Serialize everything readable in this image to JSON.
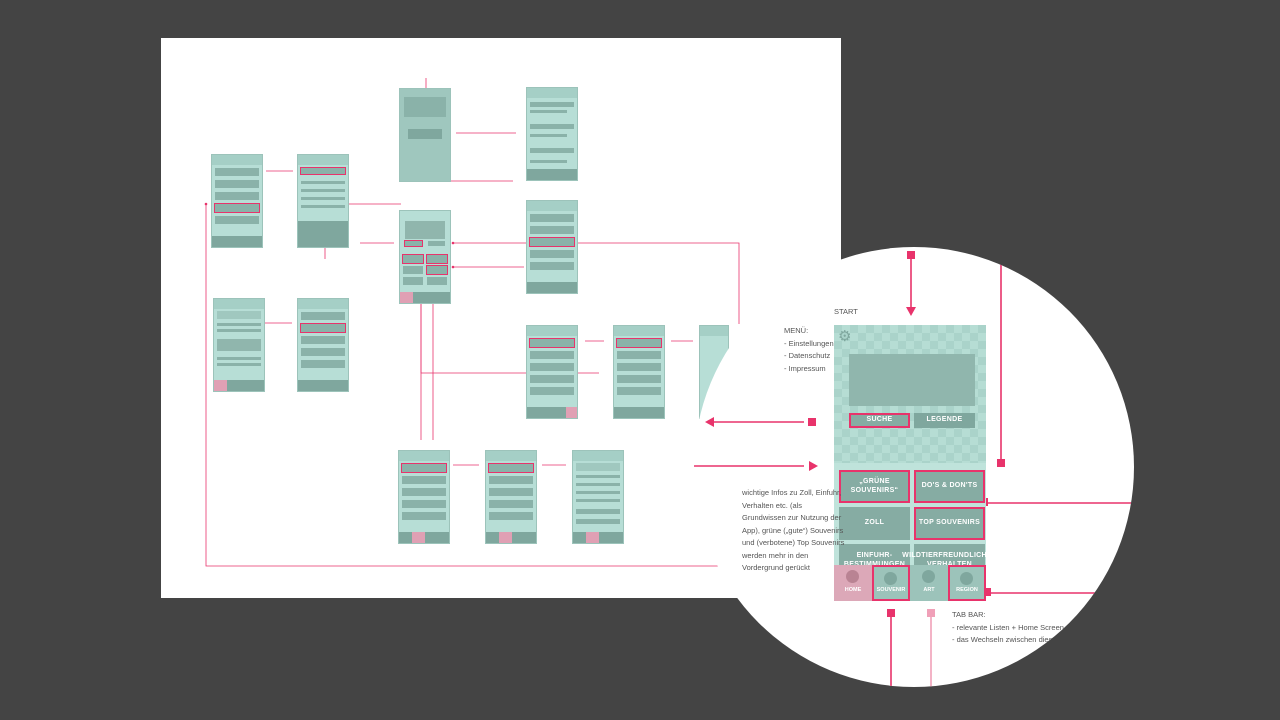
{
  "lens": {
    "start_title": "START",
    "menu_note": "MENÜ:\n- Einstellungen\n- Datenschutz\n- Impressum",
    "icons": {
      "settings": "gear-icon"
    },
    "hero_buttons": {
      "search": "SUCHE",
      "legend": "LEGENDE"
    },
    "grid_buttons": [
      {
        "label": "„GRÜNE SOUVENIRS“",
        "highlighted": true
      },
      {
        "label": "DO'S & DON'TS",
        "highlighted": true
      },
      {
        "label": "ZOLL",
        "highlighted": false
      },
      {
        "label": "TOP SOUVENIRS",
        "highlighted": true
      },
      {
        "label": "EINFUHR-\nBESTIMMUNGEN",
        "highlighted": false
      },
      {
        "label": "WILDTIERFREUNDLICHES\nVERHALTEN",
        "highlighted": false
      }
    ],
    "tabs": [
      {
        "label": "HOME",
        "active": true
      },
      {
        "label": "SOUVENIR",
        "highlighted": true
      },
      {
        "label": "ART",
        "highlighted": false
      },
      {
        "label": "REGION",
        "highlighted": true
      }
    ],
    "info_note": "wichtige Infos zu Zoll, Einfuhr,\nVerhalten etc. (als\nGrundwissen zur Nutzung der\nApp), grüne („gute“) Souvenirs\nund (verbotene) Top Souvenirs\nwerden mehr in den\nVordergrund gerückt",
    "tabbar_note": "TAB BAR:\n- relevante Listen + Home Screen sind i\n- das Wechseln zwischen diesen w"
  },
  "colors": {
    "accent": "#e8336b",
    "mint": "#b7ded6",
    "dark_mint": "#86aca3",
    "background": "#444444"
  }
}
